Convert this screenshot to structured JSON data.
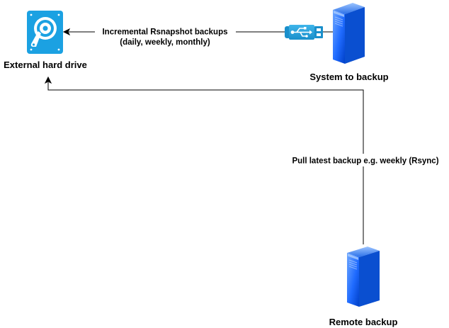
{
  "nodes": {
    "external_drive": {
      "label": "External hard drive",
      "icon": "hard-drive-icon"
    },
    "system": {
      "label": "System to backup",
      "icon": "server-icon"
    },
    "remote": {
      "label": "Remote backup",
      "icon": "server-icon"
    },
    "usb": {
      "icon": "usb-stick-icon"
    }
  },
  "edges": {
    "rsnapshot": {
      "line1": "Incremental Rsnapshot backups",
      "line2": "(daily, weekly, monthly)"
    },
    "rsync": {
      "label": "Pull latest backup e.g. weekly (Rsync)"
    }
  },
  "colors": {
    "icon_blue": "#1ba1e2",
    "server_dark": "#0050ef",
    "server_light": "#7fb6ff",
    "line": "#000000"
  }
}
